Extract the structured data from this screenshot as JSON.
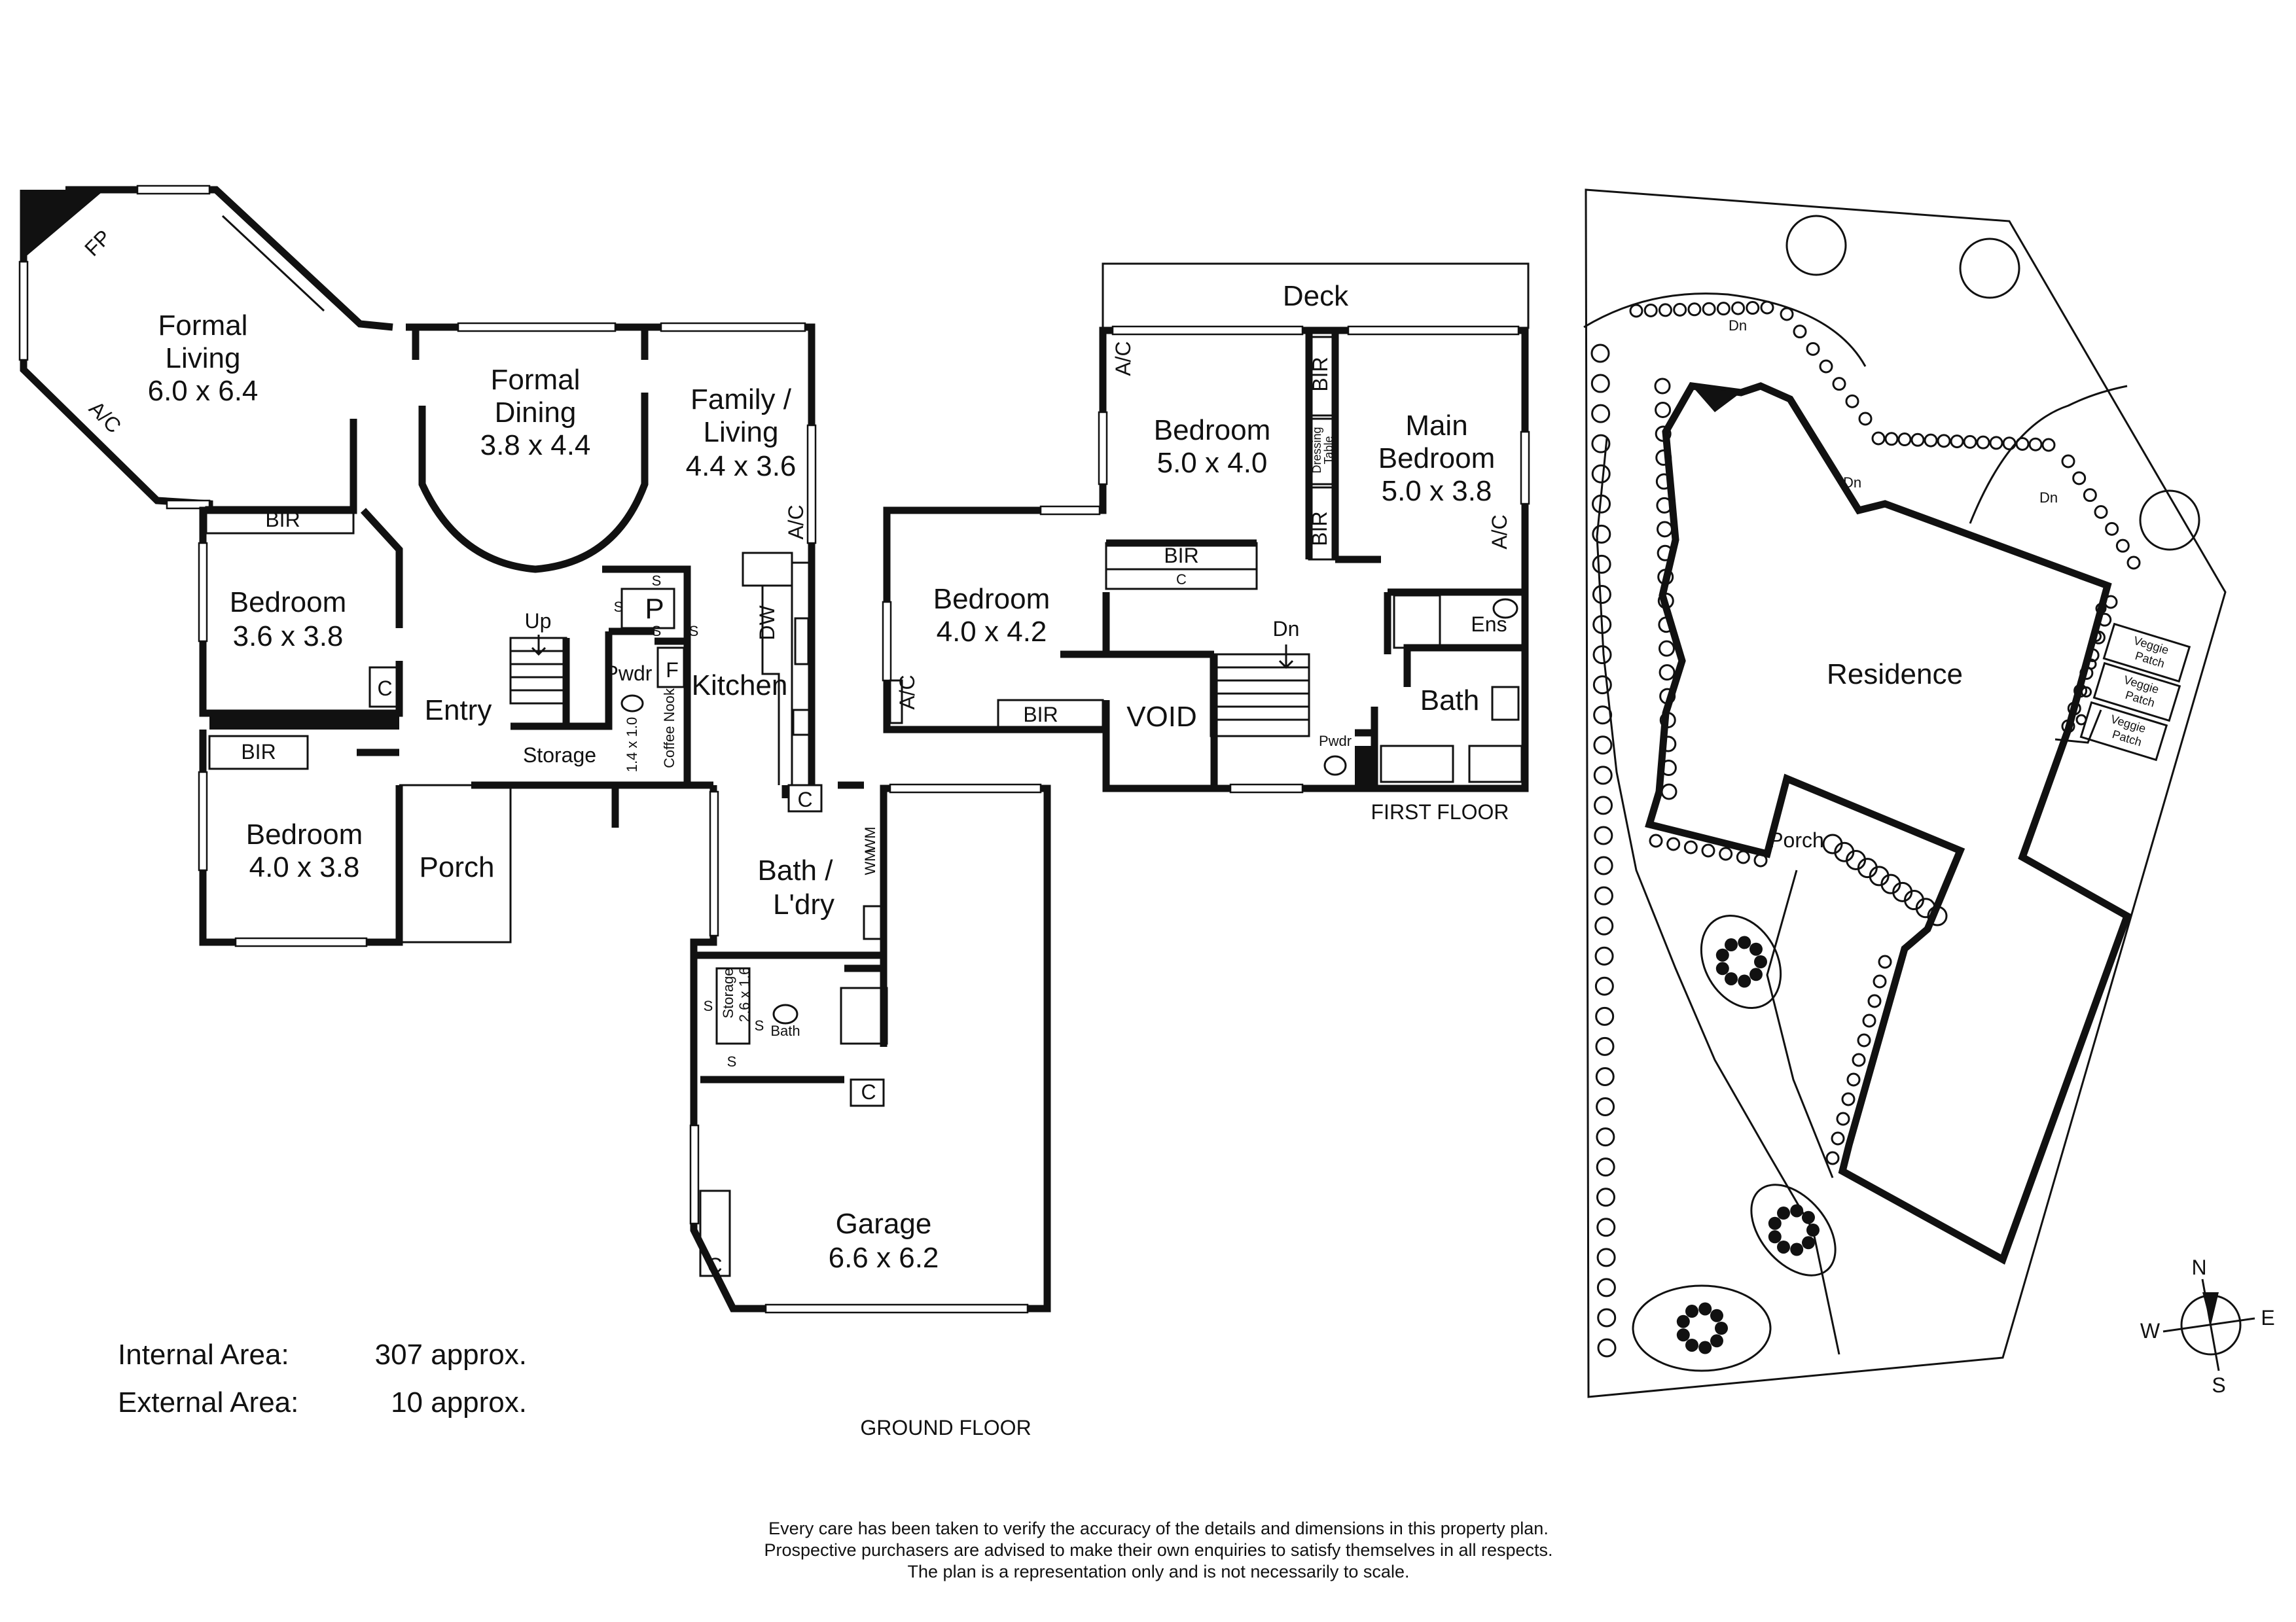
{
  "ground_floor": {
    "title": "GROUND FLOOR",
    "formal_living": {
      "name": [
        "Formal",
        "Living"
      ],
      "size": "6.0 x 6.4"
    },
    "fp": "FP",
    "ac": "A/C",
    "formal_dining": {
      "name": [
        "Formal",
        "Dining"
      ],
      "size": "3.8 x 4.4"
    },
    "family_living": {
      "name": [
        "Family /",
        "Living"
      ],
      "size": "4.4 x 3.6"
    },
    "bedroom_1": {
      "name": "Bedroom",
      "size": "3.6 x 3.8"
    },
    "bedroom_2": {
      "name": "Bedroom",
      "size": "4.0 x 3.8"
    },
    "bir": "BIR",
    "c": "C",
    "entry": "Entry",
    "porch": "Porch",
    "up": "Up",
    "storage": "Storage",
    "pwdr": "Pwdr",
    "coffee_nook": "Coffee Nook",
    "nook_size": "1.4 x 1.0",
    "kitchen": "Kitchen",
    "p": "P",
    "s": "S",
    "f": "F",
    "dw": "DW",
    "bath_ldry": [
      "Bath /",
      "L'dry"
    ],
    "wm": "WM",
    "storage_small": {
      "name": "Storage",
      "size": "2.6 x 1.6"
    },
    "bath": "Bath",
    "garage": {
      "name": "Garage",
      "size": "6.6 x 6.2"
    }
  },
  "first_floor": {
    "title": "FIRST FLOOR",
    "deck": "Deck",
    "bedroom_a": {
      "name": "Bedroom",
      "size": "5.0 x 4.0"
    },
    "bedroom_b": {
      "name": "Bedroom",
      "size": "4.0 x 4.2"
    },
    "main_bedroom": {
      "name": [
        "Main",
        "Bedroom"
      ],
      "size": "5.0 x 3.8"
    },
    "bir": "BIR",
    "dressing_table": [
      "Dressing",
      "Table"
    ],
    "c": "C",
    "ac": "A/C",
    "dn": "Dn",
    "ens": "Ens",
    "bath": "Bath",
    "void": "VOID",
    "pwdr": "Pwdr"
  },
  "site_plan": {
    "residence": "Residence",
    "porch": "Porch",
    "dn": "Dn",
    "veggie_patch": [
      "Veggie",
      "Patch"
    ]
  },
  "compass": {
    "n": "N",
    "s": "S",
    "e": "E",
    "w": "W"
  },
  "areas": {
    "internal_label": "Internal Area:",
    "internal_value": "307 approx.",
    "external_label": "External Area:",
    "external_value": "10 approx."
  },
  "disclaimer": [
    "Every care has been taken to verify the accuracy of the details and dimensions in this property plan.",
    "Prospective purchasers are advised to make their own enquiries to satisfy themselves in all respects.",
    "The plan is a representation only and is not necessarily to scale."
  ]
}
